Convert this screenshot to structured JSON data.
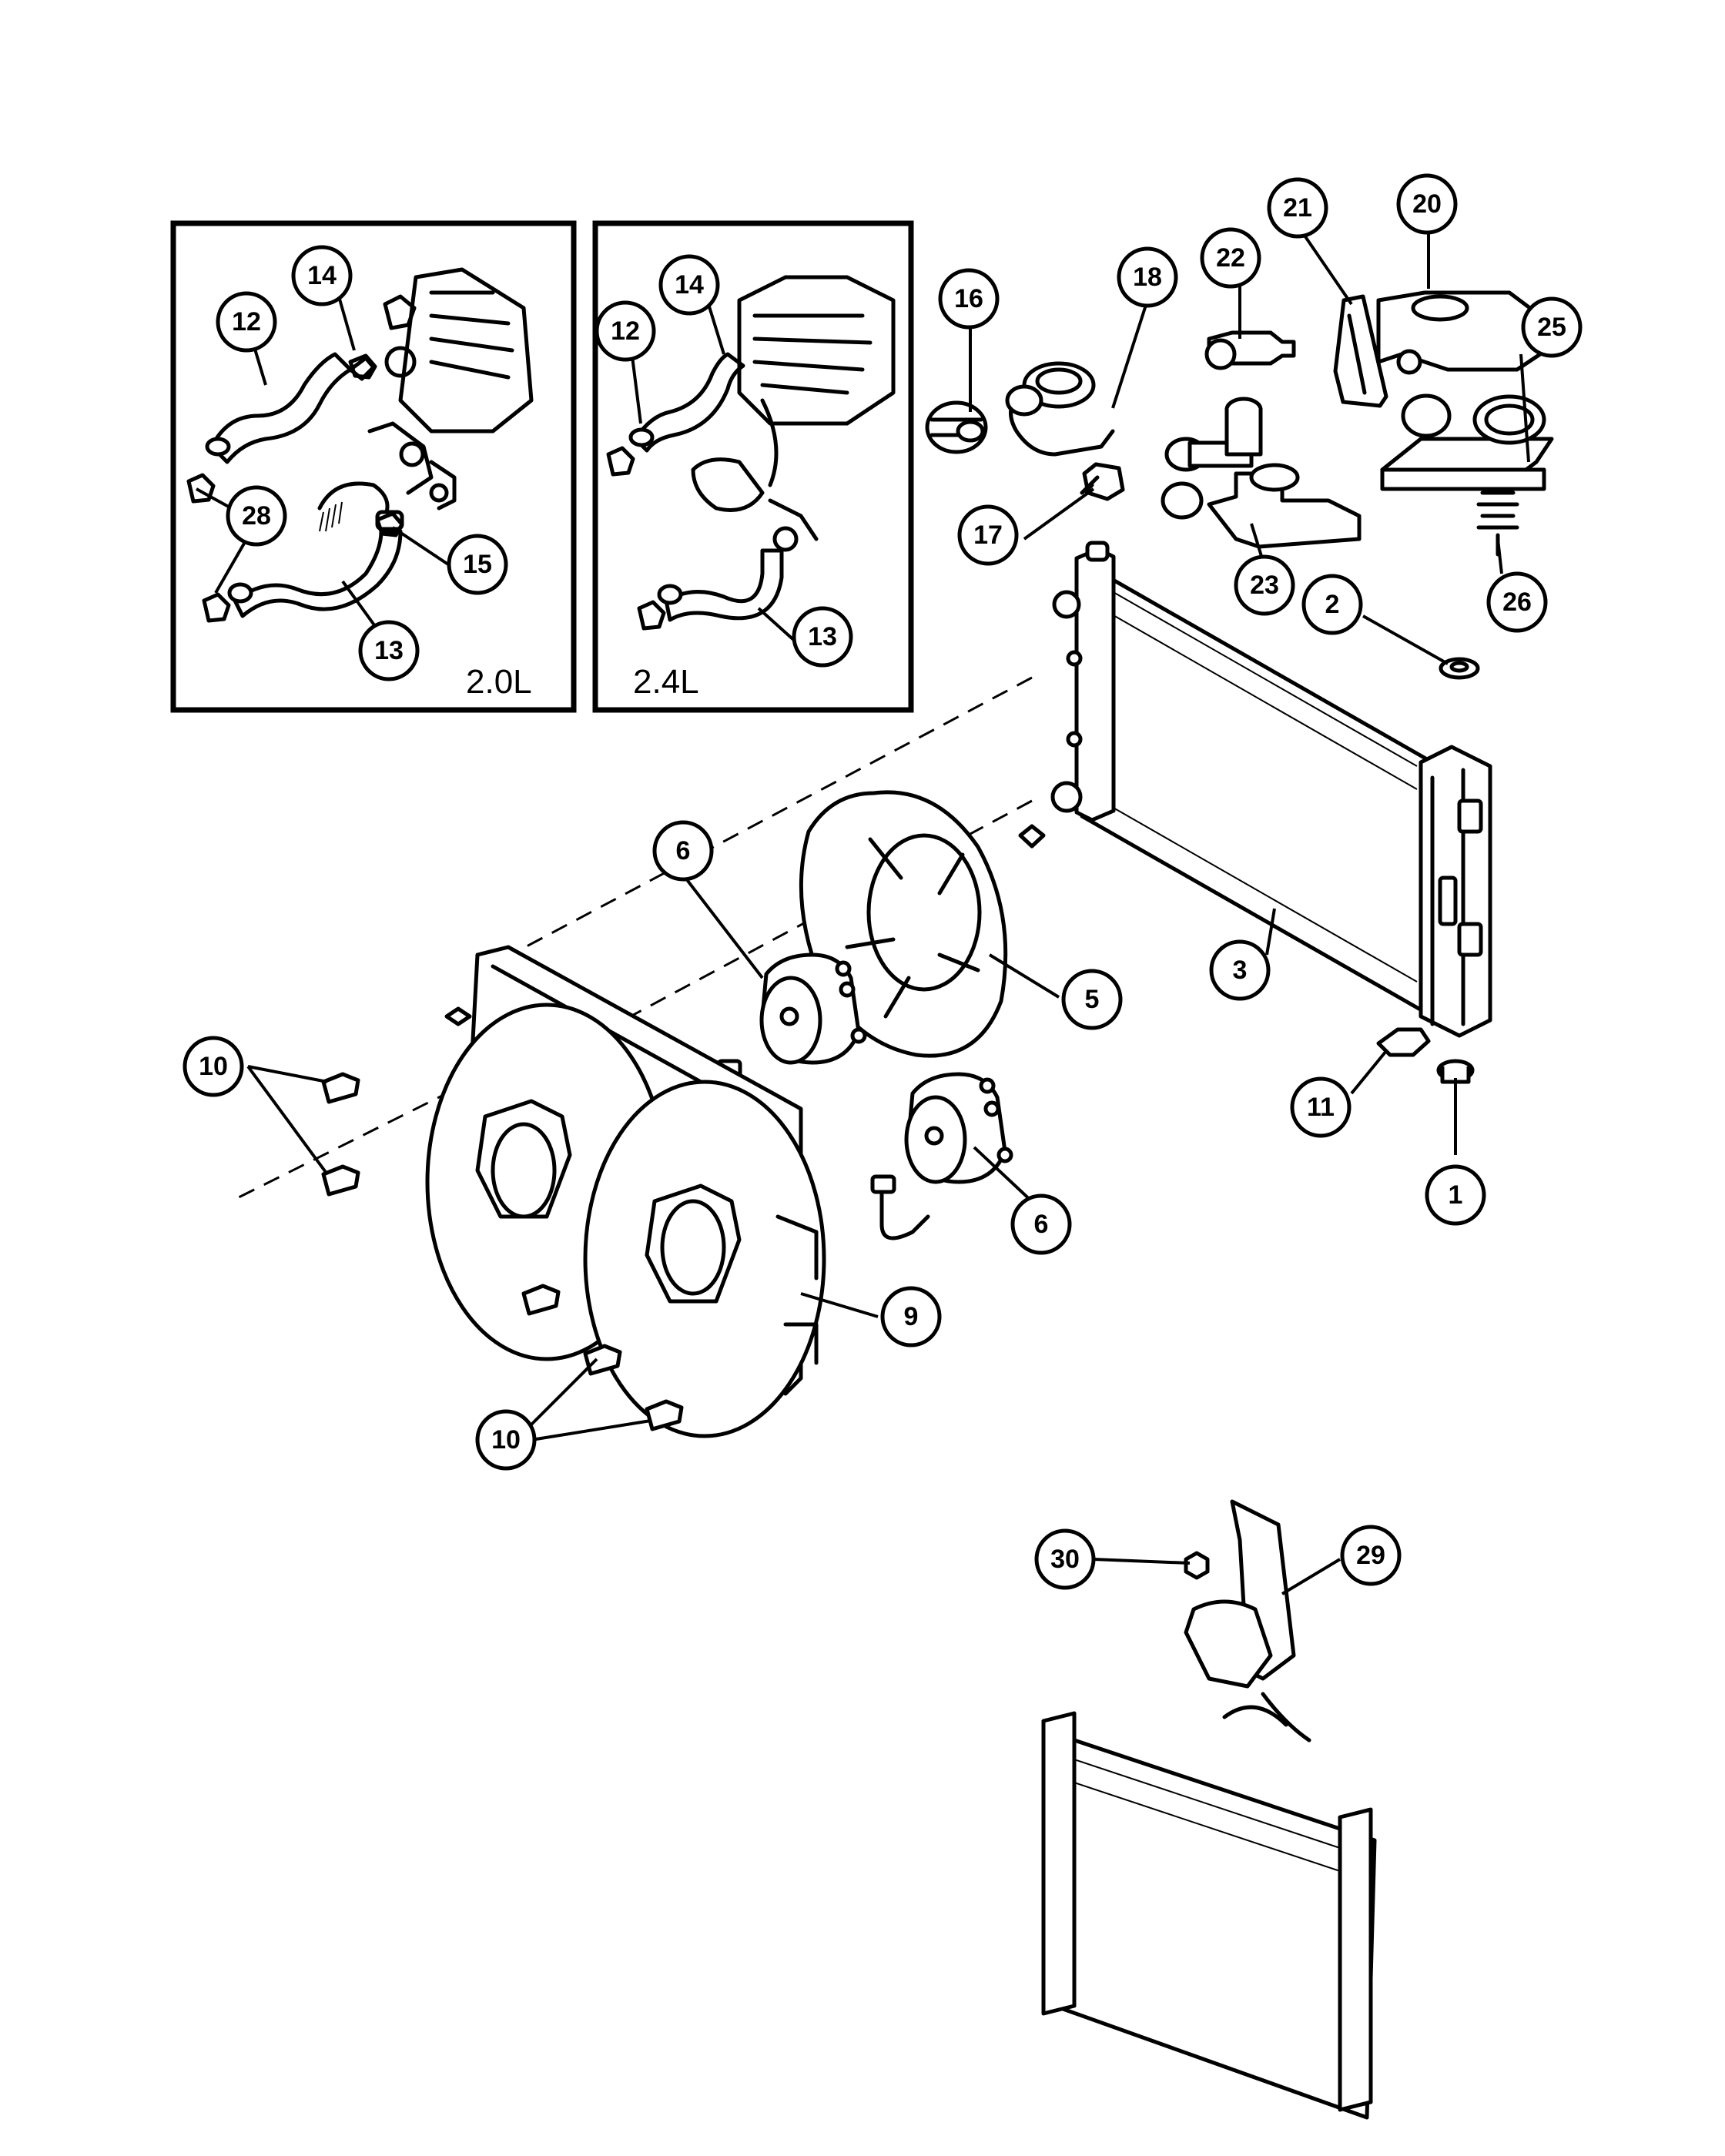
{
  "insets": [
    {
      "label": "2.0L"
    },
    {
      "label": "2.4L"
    }
  ],
  "callouts": [
    {
      "id": "c12a",
      "number": "12"
    },
    {
      "id": "c14a",
      "number": "14"
    },
    {
      "id": "c28",
      "number": "28"
    },
    {
      "id": "c15",
      "number": "15"
    },
    {
      "id": "c13a",
      "number": "13"
    },
    {
      "id": "c12b",
      "number": "12"
    },
    {
      "id": "c14b",
      "number": "14"
    },
    {
      "id": "c13b",
      "number": "13"
    },
    {
      "id": "c16",
      "number": "16"
    },
    {
      "id": "c18",
      "number": "18"
    },
    {
      "id": "c17",
      "number": "17"
    },
    {
      "id": "c22",
      "number": "22"
    },
    {
      "id": "c21",
      "number": "21"
    },
    {
      "id": "c20",
      "number": "20"
    },
    {
      "id": "c25",
      "number": "25"
    },
    {
      "id": "c23",
      "number": "23"
    },
    {
      "id": "c26",
      "number": "26"
    },
    {
      "id": "c2",
      "number": "2"
    },
    {
      "id": "c3",
      "number": "3"
    },
    {
      "id": "c6a",
      "number": "6"
    },
    {
      "id": "c5",
      "number": "5"
    },
    {
      "id": "c10a",
      "number": "10"
    },
    {
      "id": "c6b",
      "number": "6"
    },
    {
      "id": "c11",
      "number": "11"
    },
    {
      "id": "c1",
      "number": "1"
    },
    {
      "id": "c9",
      "number": "9"
    },
    {
      "id": "c10b",
      "number": "10"
    },
    {
      "id": "c30",
      "number": "30"
    },
    {
      "id": "c29",
      "number": "29"
    }
  ]
}
